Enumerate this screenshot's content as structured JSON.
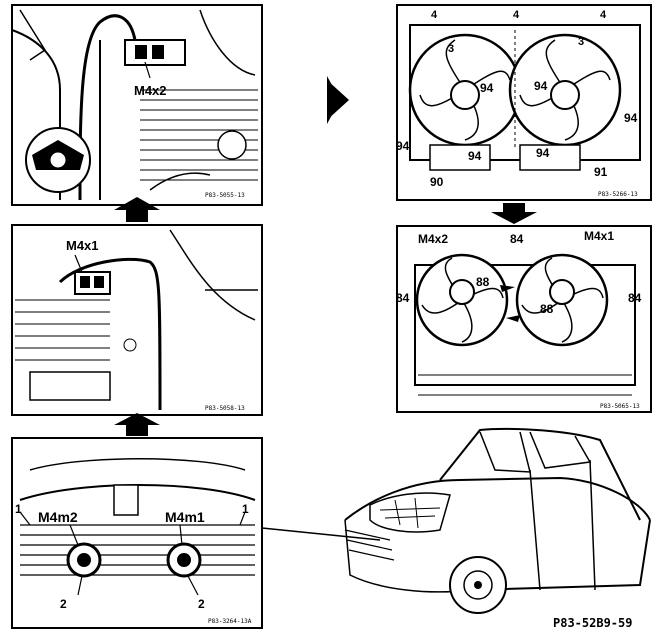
{
  "panels": {
    "top_left": {
      "callout": "M4x2",
      "figure_code": "P83-5055-13"
    },
    "mid_left": {
      "callout": "M4x1",
      "figure_code": "P83-5058-13"
    },
    "bottom_left": {
      "callouts": [
        "1",
        "M4m2",
        "M4m1",
        "1",
        "2",
        "2"
      ],
      "figure_code": "P83-3264-13A"
    },
    "top_right": {
      "callouts": [
        "4",
        "4",
        "4",
        "3",
        "3",
        "94",
        "94",
        "94",
        "94",
        "94",
        "94",
        "90",
        "91"
      ],
      "figure_code": "P83-5266-13"
    },
    "mid_right": {
      "callouts": [
        "M4x2",
        "84",
        "M4x1",
        "84",
        "88",
        "88",
        "84"
      ],
      "figure_code": "P83-5065-13"
    }
  },
  "figure_id": "P83-52B9-59",
  "arrows": [
    "right-arrow",
    "down-arrow",
    "up-arrow",
    "up-arrow"
  ]
}
